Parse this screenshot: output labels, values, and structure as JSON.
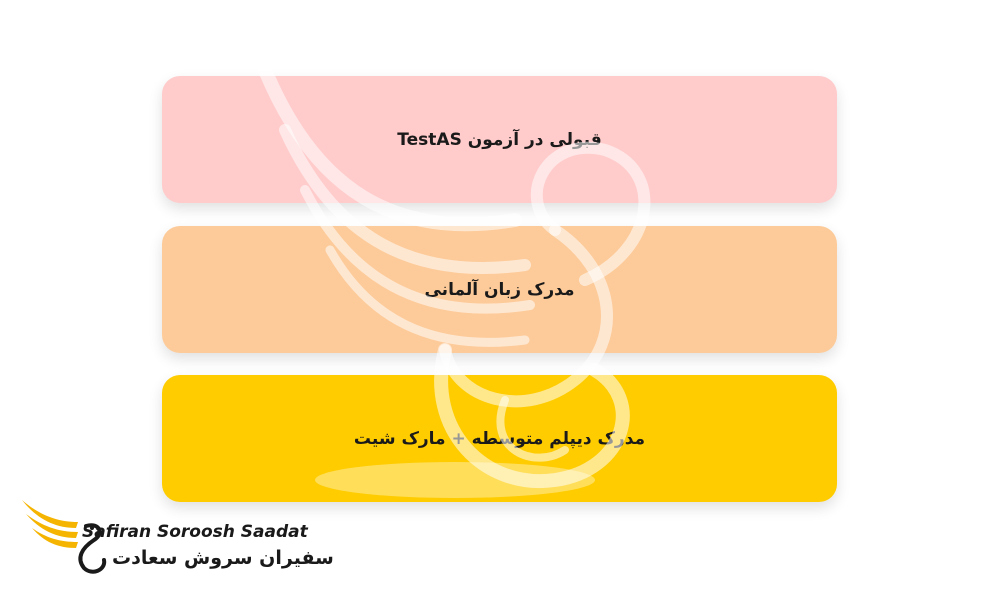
{
  "cards": [
    {
      "label": "قبولی در آزمون TestAS",
      "color": "#ffcbcb"
    },
    {
      "label": "مدرک زبان آلمانی",
      "color": "#fdcb9a"
    },
    {
      "label": "مدرک دیپلم متوسطه + مارک شیت",
      "color": "#ffcc00"
    }
  ],
  "brand": {
    "name_en": "Safiran Soroosh Saadat",
    "name_fa": "سفیران سروش سعادت",
    "wing_color": "#f5b400",
    "text_color": "#1a1a1a"
  },
  "watermark": {
    "icon": "swan-wing-watermark-icon"
  }
}
